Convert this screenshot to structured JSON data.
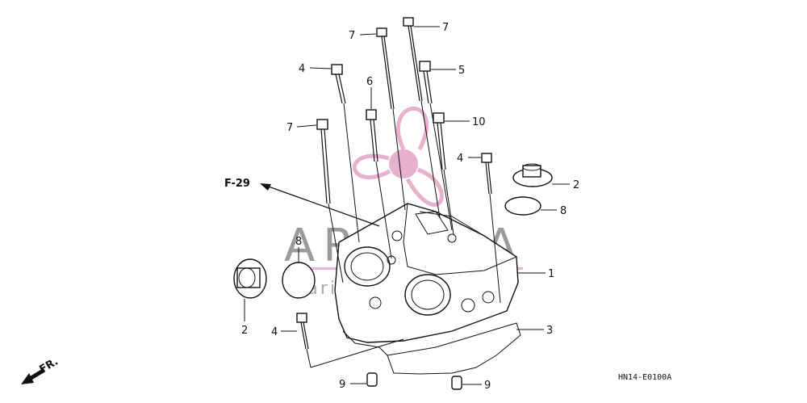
{
  "reference": {
    "label": "F-29"
  },
  "orientation": {
    "label": "FR."
  },
  "diagram_code": "HN14-E0100A",
  "watermark": {
    "brand": "ARNADA",
    "tagline": "marine outboards",
    "accent_color": "#e3a3c4"
  },
  "callouts": [
    {
      "id": "c1",
      "number": "7"
    },
    {
      "id": "c2",
      "number": "7"
    },
    {
      "id": "c3",
      "number": "4"
    },
    {
      "id": "c4",
      "number": "5"
    },
    {
      "id": "c5",
      "number": "6"
    },
    {
      "id": "c6",
      "number": "7"
    },
    {
      "id": "c7",
      "number": "10"
    },
    {
      "id": "c8",
      "number": "4"
    },
    {
      "id": "c9",
      "number": "2"
    },
    {
      "id": "c10",
      "number": "8"
    },
    {
      "id": "c11",
      "number": "8"
    },
    {
      "id": "c12",
      "number": "1"
    },
    {
      "id": "c13",
      "number": "2"
    },
    {
      "id": "c14",
      "number": "3"
    },
    {
      "id": "c15",
      "number": "4"
    },
    {
      "id": "c16",
      "number": "9"
    },
    {
      "id": "c17",
      "number": "9"
    }
  ]
}
